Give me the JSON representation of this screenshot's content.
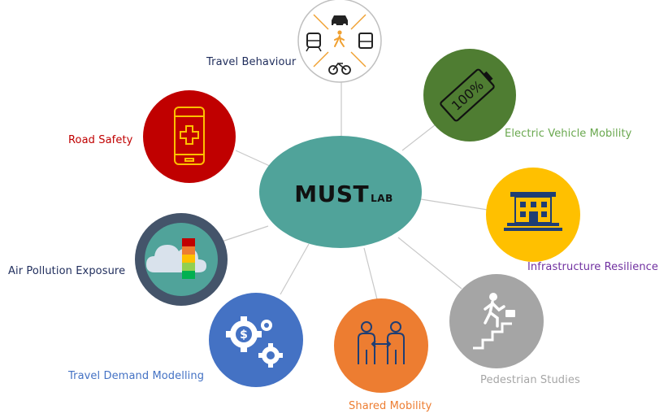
{
  "center": {
    "title": "MUST",
    "subtitle": "LAB",
    "color": "#50a39a"
  },
  "nodes": [
    {
      "id": "travel-behaviour",
      "label": "Travel Behaviour",
      "color": "#ffffff",
      "label_color": "#1f2d5c",
      "icon": "transport-modes-icon"
    },
    {
      "id": "electric-vehicle-mobility",
      "label": "Electric Vehicle Mobility",
      "color": "#4f7d32",
      "label_color": "#6aa84f",
      "icon": "battery-icon",
      "icon_text": "100%"
    },
    {
      "id": "infrastructure-resilience",
      "label": "Infrastructure Resilience",
      "color": "#ffc000",
      "label_color": "#7030a0",
      "icon": "building-icon"
    },
    {
      "id": "pedestrian-studies",
      "label": "Pedestrian Studies",
      "color": "#a5a5a5",
      "label_color": "#a6a6a6",
      "icon": "pedestrian-stairs-icon"
    },
    {
      "id": "shared-mobility",
      "label": "Shared Mobility",
      "color": "#ed7d31",
      "label_color": "#ed7d31",
      "icon": "people-exchange-icon"
    },
    {
      "id": "travel-demand-modelling",
      "label": "Travel Demand Modelling",
      "color": "#4472c4",
      "label_color": "#4472c4",
      "icon": "gears-dollar-icon"
    },
    {
      "id": "air-pollution-exposure",
      "label": "Air Pollution Exposure",
      "color": "#44546a",
      "label_color": "#1f2d5c",
      "icon": "cloud-gauge-icon"
    },
    {
      "id": "road-safety",
      "label": "Road Safety",
      "color": "#c00000",
      "label_color": "#c00000",
      "icon": "phone-medical-icon"
    }
  ],
  "connector_color": "#c8c8c8"
}
